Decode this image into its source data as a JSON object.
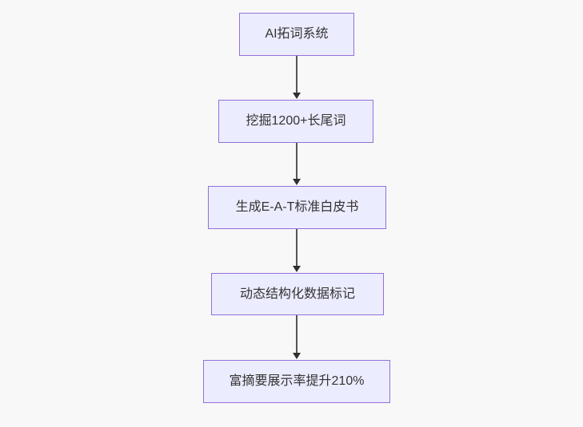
{
  "flowchart": {
    "type": "flowchart-top-down",
    "background": "#f8f8f8",
    "node_style": {
      "fill": "#ECECFF",
      "border": "#9370DB",
      "text_color": "#333333"
    },
    "edge_style": {
      "line_color": "#555555",
      "arrowhead_color": "#2f2f2f"
    },
    "nodes": [
      {
        "id": "A",
        "label": "AI拓词系统"
      },
      {
        "id": "B",
        "label": "挖掘1200+长尾词"
      },
      {
        "id": "C",
        "label": "生成E-A-T标准白皮书"
      },
      {
        "id": "D",
        "label": "动态结构化数据标记"
      },
      {
        "id": "E",
        "label": "富摘要展示率提升210%"
      }
    ],
    "edges": [
      {
        "from": "A",
        "to": "B"
      },
      {
        "from": "B",
        "to": "C"
      },
      {
        "from": "C",
        "to": "D"
      },
      {
        "from": "D",
        "to": "E"
      }
    ]
  }
}
